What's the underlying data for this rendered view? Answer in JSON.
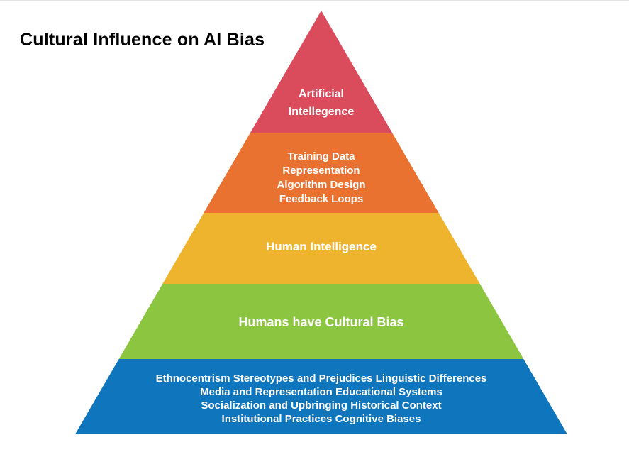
{
  "title": "Cultural Influence on AI Bias",
  "colors": {
    "background": "#ffffff",
    "title_text": "#000000",
    "layer_text": "#ffffff"
  },
  "pyramid": {
    "layers": [
      {
        "id": "artificial-intelligence",
        "color": "#DA4C5C",
        "lines": [
          "Artificial",
          "Intellegence"
        ]
      },
      {
        "id": "ai-bias-sources",
        "color": "#E97231",
        "lines": [
          "Training Data",
          "Representation",
          "Algorithm Design",
          "Feedback Loops"
        ]
      },
      {
        "id": "human-intelligence",
        "color": "#EFB42D",
        "lines": [
          "Human Intelligence"
        ]
      },
      {
        "id": "humans-cultural-bias",
        "color": "#8CC53F",
        "lines": [
          "Humans have Cultural Bias"
        ]
      },
      {
        "id": "cultural-bias-sources",
        "color": "#0F76BE",
        "lines": [
          "Ethnocentrism Stereotypes and Prejudices Linguistic Differences",
          "Media and Representation Educational Systems",
          "Socialization and Upbringing Historical Context",
          "Institutional Practices Cognitive Biases"
        ]
      }
    ]
  }
}
